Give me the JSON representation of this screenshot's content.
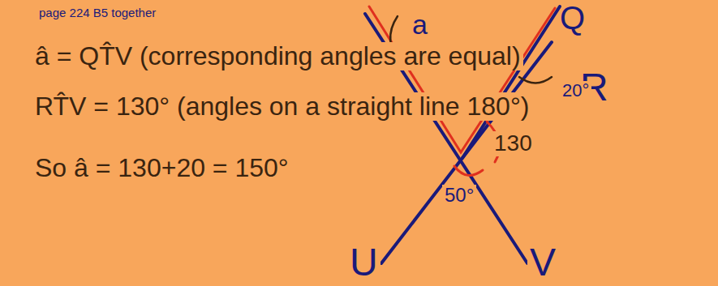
{
  "diagram": {
    "labels": [
      "page 224 B5 together",
      "â = QT̂V (corresponding angles are equal)",
      "RT̂V = 130° (angles on a straight line 180°)",
      "So â = 130+20 = 150°",
      "Q",
      "R",
      "20°",
      "a",
      "130",
      "50°",
      "U",
      "V"
    ]
  }
}
